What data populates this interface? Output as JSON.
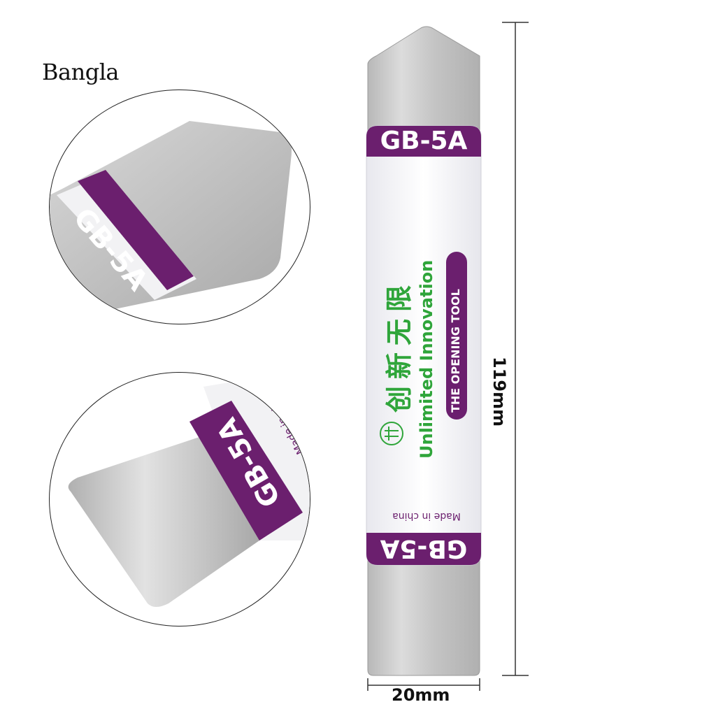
{
  "brand": "Bangla",
  "product": {
    "model_top": "GB-5A",
    "model_bottom": "GB-5A",
    "chinese_slogan": "创新无限",
    "english_slogan": "Unlimited Innovation",
    "tag": "THE OPENING TOOL",
    "made_in": "Made in china"
  },
  "dimensions": {
    "width": "20mm",
    "height": "119mm"
  },
  "zoom_top": {
    "model": "GB-5A"
  },
  "zoom_bottom": {
    "model": "GB-5A",
    "made_in": "Made in china"
  },
  "colors": {
    "steel": "#c9c9c9",
    "purple": "#6b1f6e",
    "green": "#2fa53a",
    "label_white": "#f4f4f6"
  }
}
